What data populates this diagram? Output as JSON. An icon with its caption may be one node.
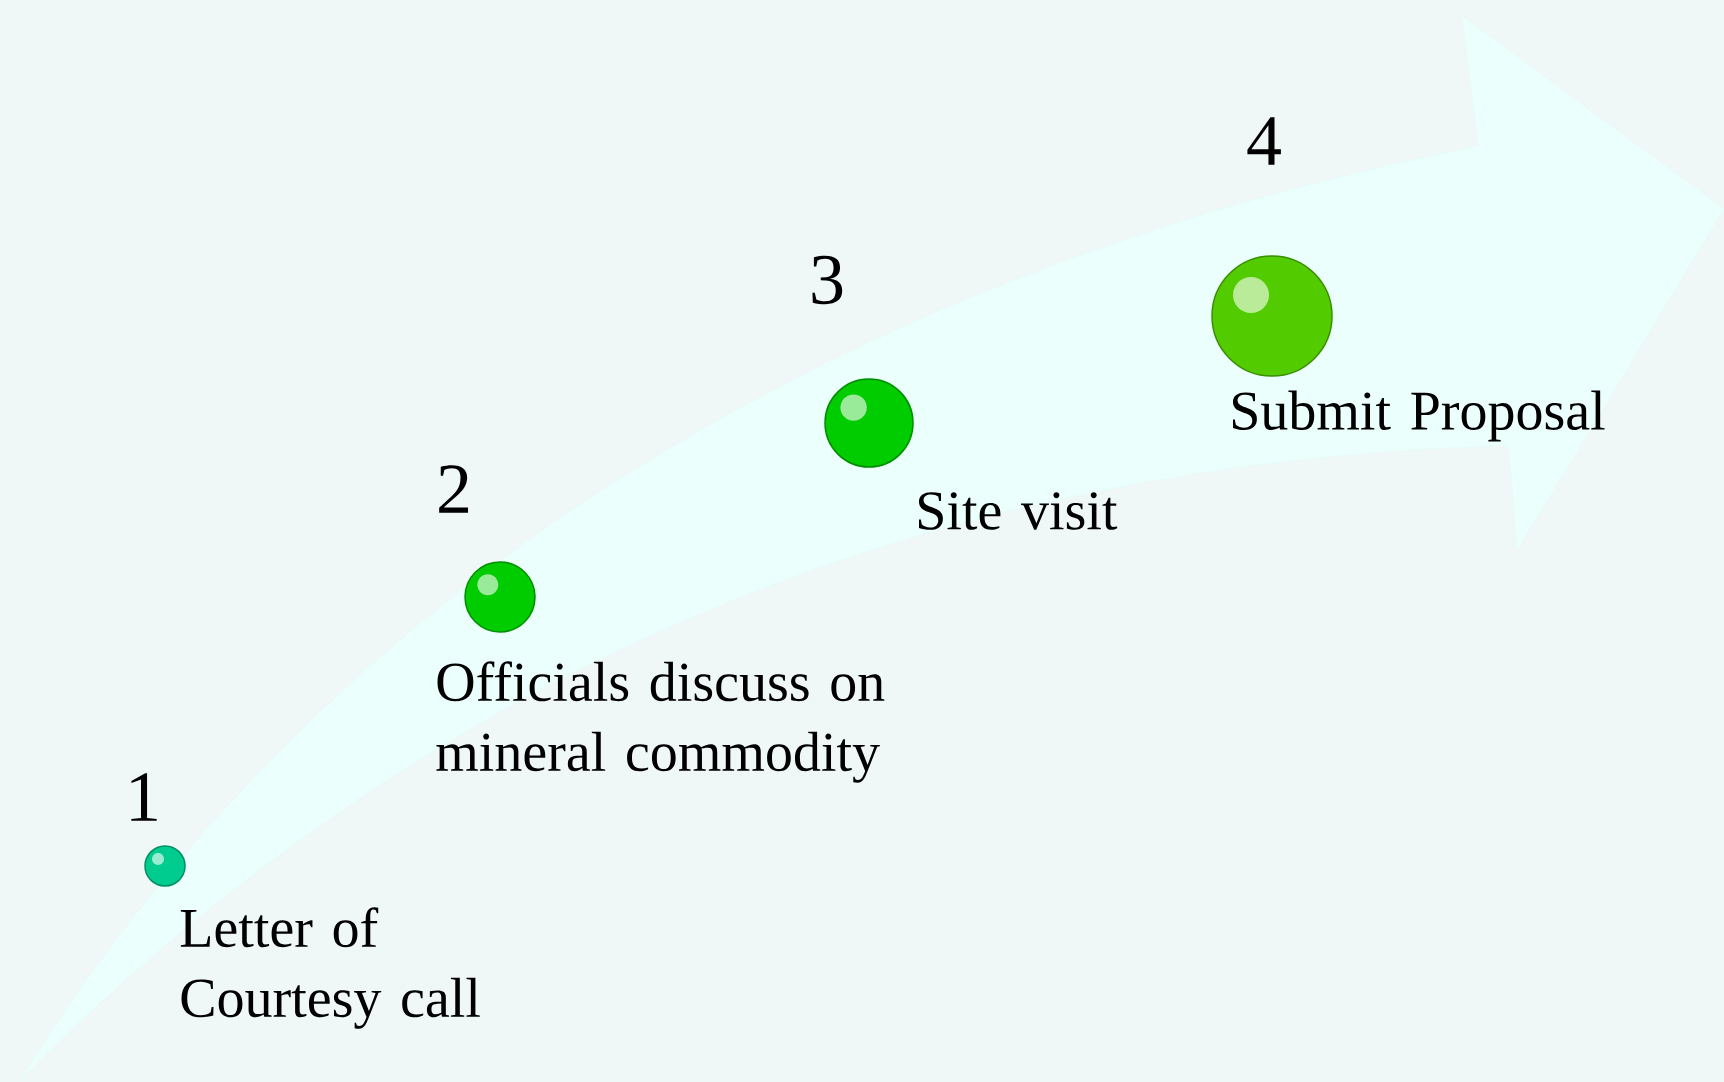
{
  "diagram": {
    "nodes": [
      {
        "text": [],
        "shape": "circle",
        "beside": [
          "1",
          "Letter of Courtesy call"
        ]
      },
      {
        "text": [],
        "shape": "circle",
        "beside": [
          "2",
          "Officials discuss  on mineral commodity"
        ]
      },
      {
        "text": [],
        "shape": "circle",
        "beside": [
          "3",
          "Site visit"
        ]
      },
      {
        "text": [],
        "shape": "circle",
        "beside": [
          "4",
          "Submit Proposal"
        ]
      }
    ]
  }
}
